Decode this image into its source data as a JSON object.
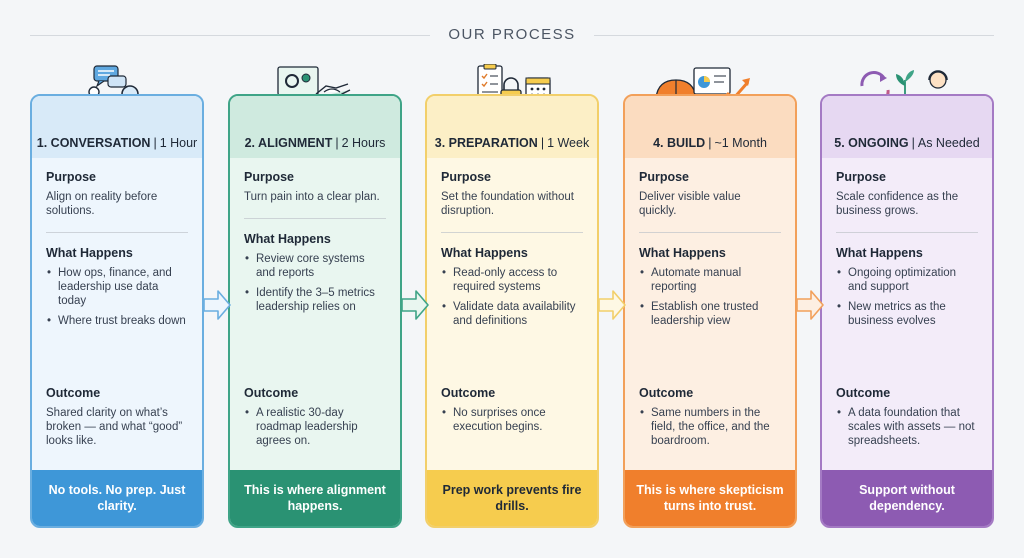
{
  "header": {
    "title": "OUR PROCESS"
  },
  "labels": {
    "purpose": "Purpose",
    "what_happens": "What Happens",
    "outcome": "Outcome"
  },
  "steps": [
    {
      "number_title": "1. CONVERSATION",
      "duration": "1 Hour",
      "purpose": "Align on reality before solutions.",
      "happens": [
        "How ops, finance, and leadership use data today",
        "Where trust breaks down"
      ],
      "outcome_text": "Shared clarity on what’s broken — and what “good” looks like.",
      "outcome_list": [],
      "footer": "No tools. No prep. Just clarity.",
      "icons": [
        "chat-icon",
        "person-icon",
        "magnifier-icon"
      ]
    },
    {
      "number_title": "2. ALIGNMENT",
      "duration": "2 Hours",
      "purpose": "Turn pain into a clear plan.",
      "happens": [
        "Review core systems and reports",
        "Identify the 3–5 metrics leadership relies on"
      ],
      "outcome_text": "",
      "outcome_list": [
        "A realistic 30-day roadmap leadership agrees on."
      ],
      "footer": "This is where alignment happens.",
      "icons": [
        "presentation-board-icon",
        "handshake-icon"
      ]
    },
    {
      "number_title": "3. PREPARATION",
      "duration": "1 Week",
      "purpose": "Set the foundation without disruption.",
      "happens": [
        "Read-only access to required systems",
        "Validate data availability and definitions"
      ],
      "outcome_text": "",
      "outcome_list": [
        "No surprises once execution begins."
      ],
      "footer": "Prep work prevents fire drills.",
      "icons": [
        "checklist-icon",
        "lock-icon",
        "calendar-icon"
      ]
    },
    {
      "number_title": "4. BUILD",
      "duration": "~1 Month",
      "purpose": "Deliver visible value quickly.",
      "happens": [
        "Automate manual reporting",
        "Establish one trusted leadership view"
      ],
      "outcome_text": "",
      "outcome_list": [
        "Same numbers in the field, the office, and the boardroom."
      ],
      "footer": "This is where skepticism turns into trust.",
      "icons": [
        "hard-hat-icon",
        "dashboard-icon",
        "growth-arrow-icon"
      ]
    },
    {
      "number_title": "5. ONGOING",
      "duration": "As Needed",
      "purpose": "Scale confidence as the business grows.",
      "happens": [
        "Ongoing optimization and support",
        "New metrics as the business evolves"
      ],
      "outcome_text": "",
      "outcome_list": [
        "A data foundation that scales with assets — not spreadsheets."
      ],
      "footer": "Support without dependency.",
      "icons": [
        "cycle-icon",
        "plant-in-hand-icon",
        "support-agent-icon"
      ]
    }
  ],
  "colors": {
    "step1": {
      "border": "#6aaee0",
      "head": "#d8eaf8",
      "body": "#eef6fd",
      "foot": "#3e97d8"
    },
    "step2": {
      "border": "#3fa487",
      "head": "#cfeadf",
      "body": "#e9f6f0",
      "foot": "#2a9273"
    },
    "step3": {
      "border": "#f2cf6a",
      "head": "#fcefc6",
      "body": "#fef8e4",
      "foot": "#f6cc4e"
    },
    "step4": {
      "border": "#f2a05a",
      "head": "#fbdcc0",
      "body": "#fdefe2",
      "foot": "#f07f2c"
    },
    "step5": {
      "border": "#a47ac4",
      "head": "#e6d8f2",
      "body": "#f3ecf9",
      "foot": "#8d5bb2"
    }
  }
}
